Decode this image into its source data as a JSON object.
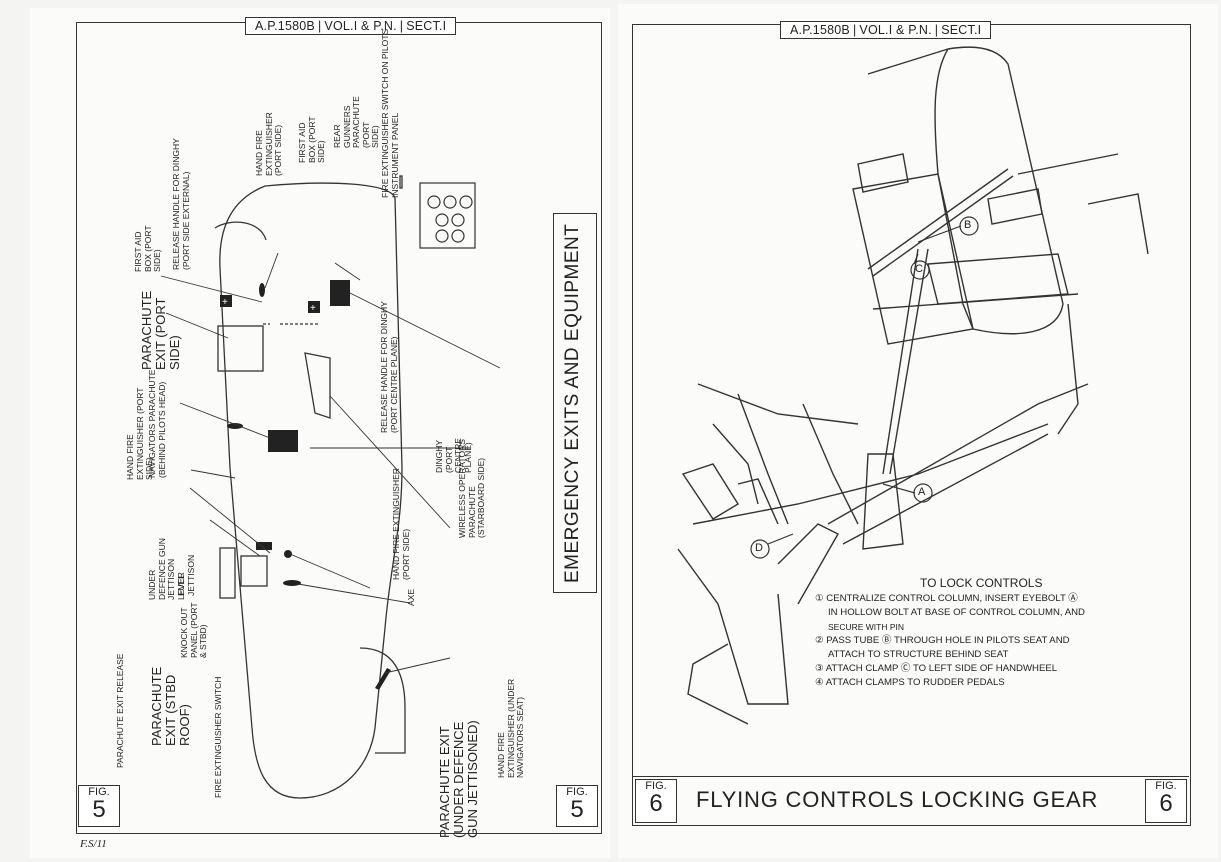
{
  "left_page": {
    "header": {
      "ref": "A.P.1580B",
      "vol": "VOL.I & P.N.",
      "sect": "SECT.I"
    },
    "title": "EMERGENCY EXITS AND EQUIPMENT",
    "fig_label": "FIG.",
    "fig_number": "5",
    "footer_initials": "F.S/11",
    "labels": [
      "FIRE EXTINGUISHER SWITCH ON PILOTS INSTRUMENT PANEL",
      "REAR GUNNERS PARACHUTE (PORT SIDE)",
      "FIRST AID BOX (PORT SIDE)",
      "HAND FIRE EXTINGUISHER (PORT SIDE)",
      "RELEASE HANDLE FOR DINGHY (PORT SIDE EXTERNAL)",
      "FIRST AID BOX (PORT SIDE)",
      "PARACHUTE EXIT (PORT SIDE)",
      "RELEASE HANDLE FOR DINGHY (PORT CENTRE PLANE)",
      "WIRELESS OPERATORS PARACHUTE (STARBOARD SIDE)",
      "DINGHY (PORT CENTRE PLANE)",
      "NAVIGATORS PARACHUTE (BEHIND PILOTS HEAD)",
      "HAND FIRE EXTINGUISHER (PORT SIDE)",
      "UNDER DEFENCE GUN JETTISON LEVER",
      "FUEL JETTISON",
      "HAND FIRE EXTINGUISHER (PORT SIDE)",
      "AXE",
      "KNOCK OUT PANEL (PORT & STBD)",
      "PARACHUTE EXIT (STBD ROOF)",
      "PARACHUTE EXIT RELEASE",
      "FIRE EXTINGUISHER SWITCH",
      "PARACHUTE EXIT (UNDER DEFENCE GUN JETTISONED)",
      "HAND FIRE EXTINGUISHER (UNDER NAVIGATORS SEAT)"
    ]
  },
  "right_page": {
    "header": {
      "ref": "A.P.1580B",
      "vol": "VOL.I & P.N.",
      "sect": "SECT.I"
    },
    "fig_label": "FIG.",
    "fig_number": "6",
    "title": "FLYING CONTROLS LOCKING GEAR",
    "callouts": [
      "A",
      "B",
      "C",
      "D"
    ],
    "instructions": {
      "heading": "TO LOCK CONTROLS",
      "items": [
        {
          "num": "①",
          "text": "CENTRALIZE CONTROL COLUMN, INSERT EYEBOLT Ⓐ"
        },
        {
          "num": "",
          "text": "IN HOLLOW BOLT AT BASE OF CONTROL COLUMN, AND"
        },
        {
          "num": "",
          "text": "SECURE WITH PIN"
        },
        {
          "num": "②",
          "text": "PASS TUBE Ⓑ THROUGH HOLE IN PILOTS SEAT AND"
        },
        {
          "num": "",
          "text": "ATTACH TO STRUCTURE BEHIND SEAT"
        },
        {
          "num": "③",
          "text": "ATTACH CLAMP Ⓒ TO LEFT SIDE OF HANDWHEEL"
        },
        {
          "num": "④",
          "text": "ATTACH CLAMPS TO RUDDER PEDALS"
        }
      ]
    }
  },
  "colors": {
    "ink": "#222222",
    "paper": "#fbfbfa",
    "ghost": "#aaaaaa"
  }
}
